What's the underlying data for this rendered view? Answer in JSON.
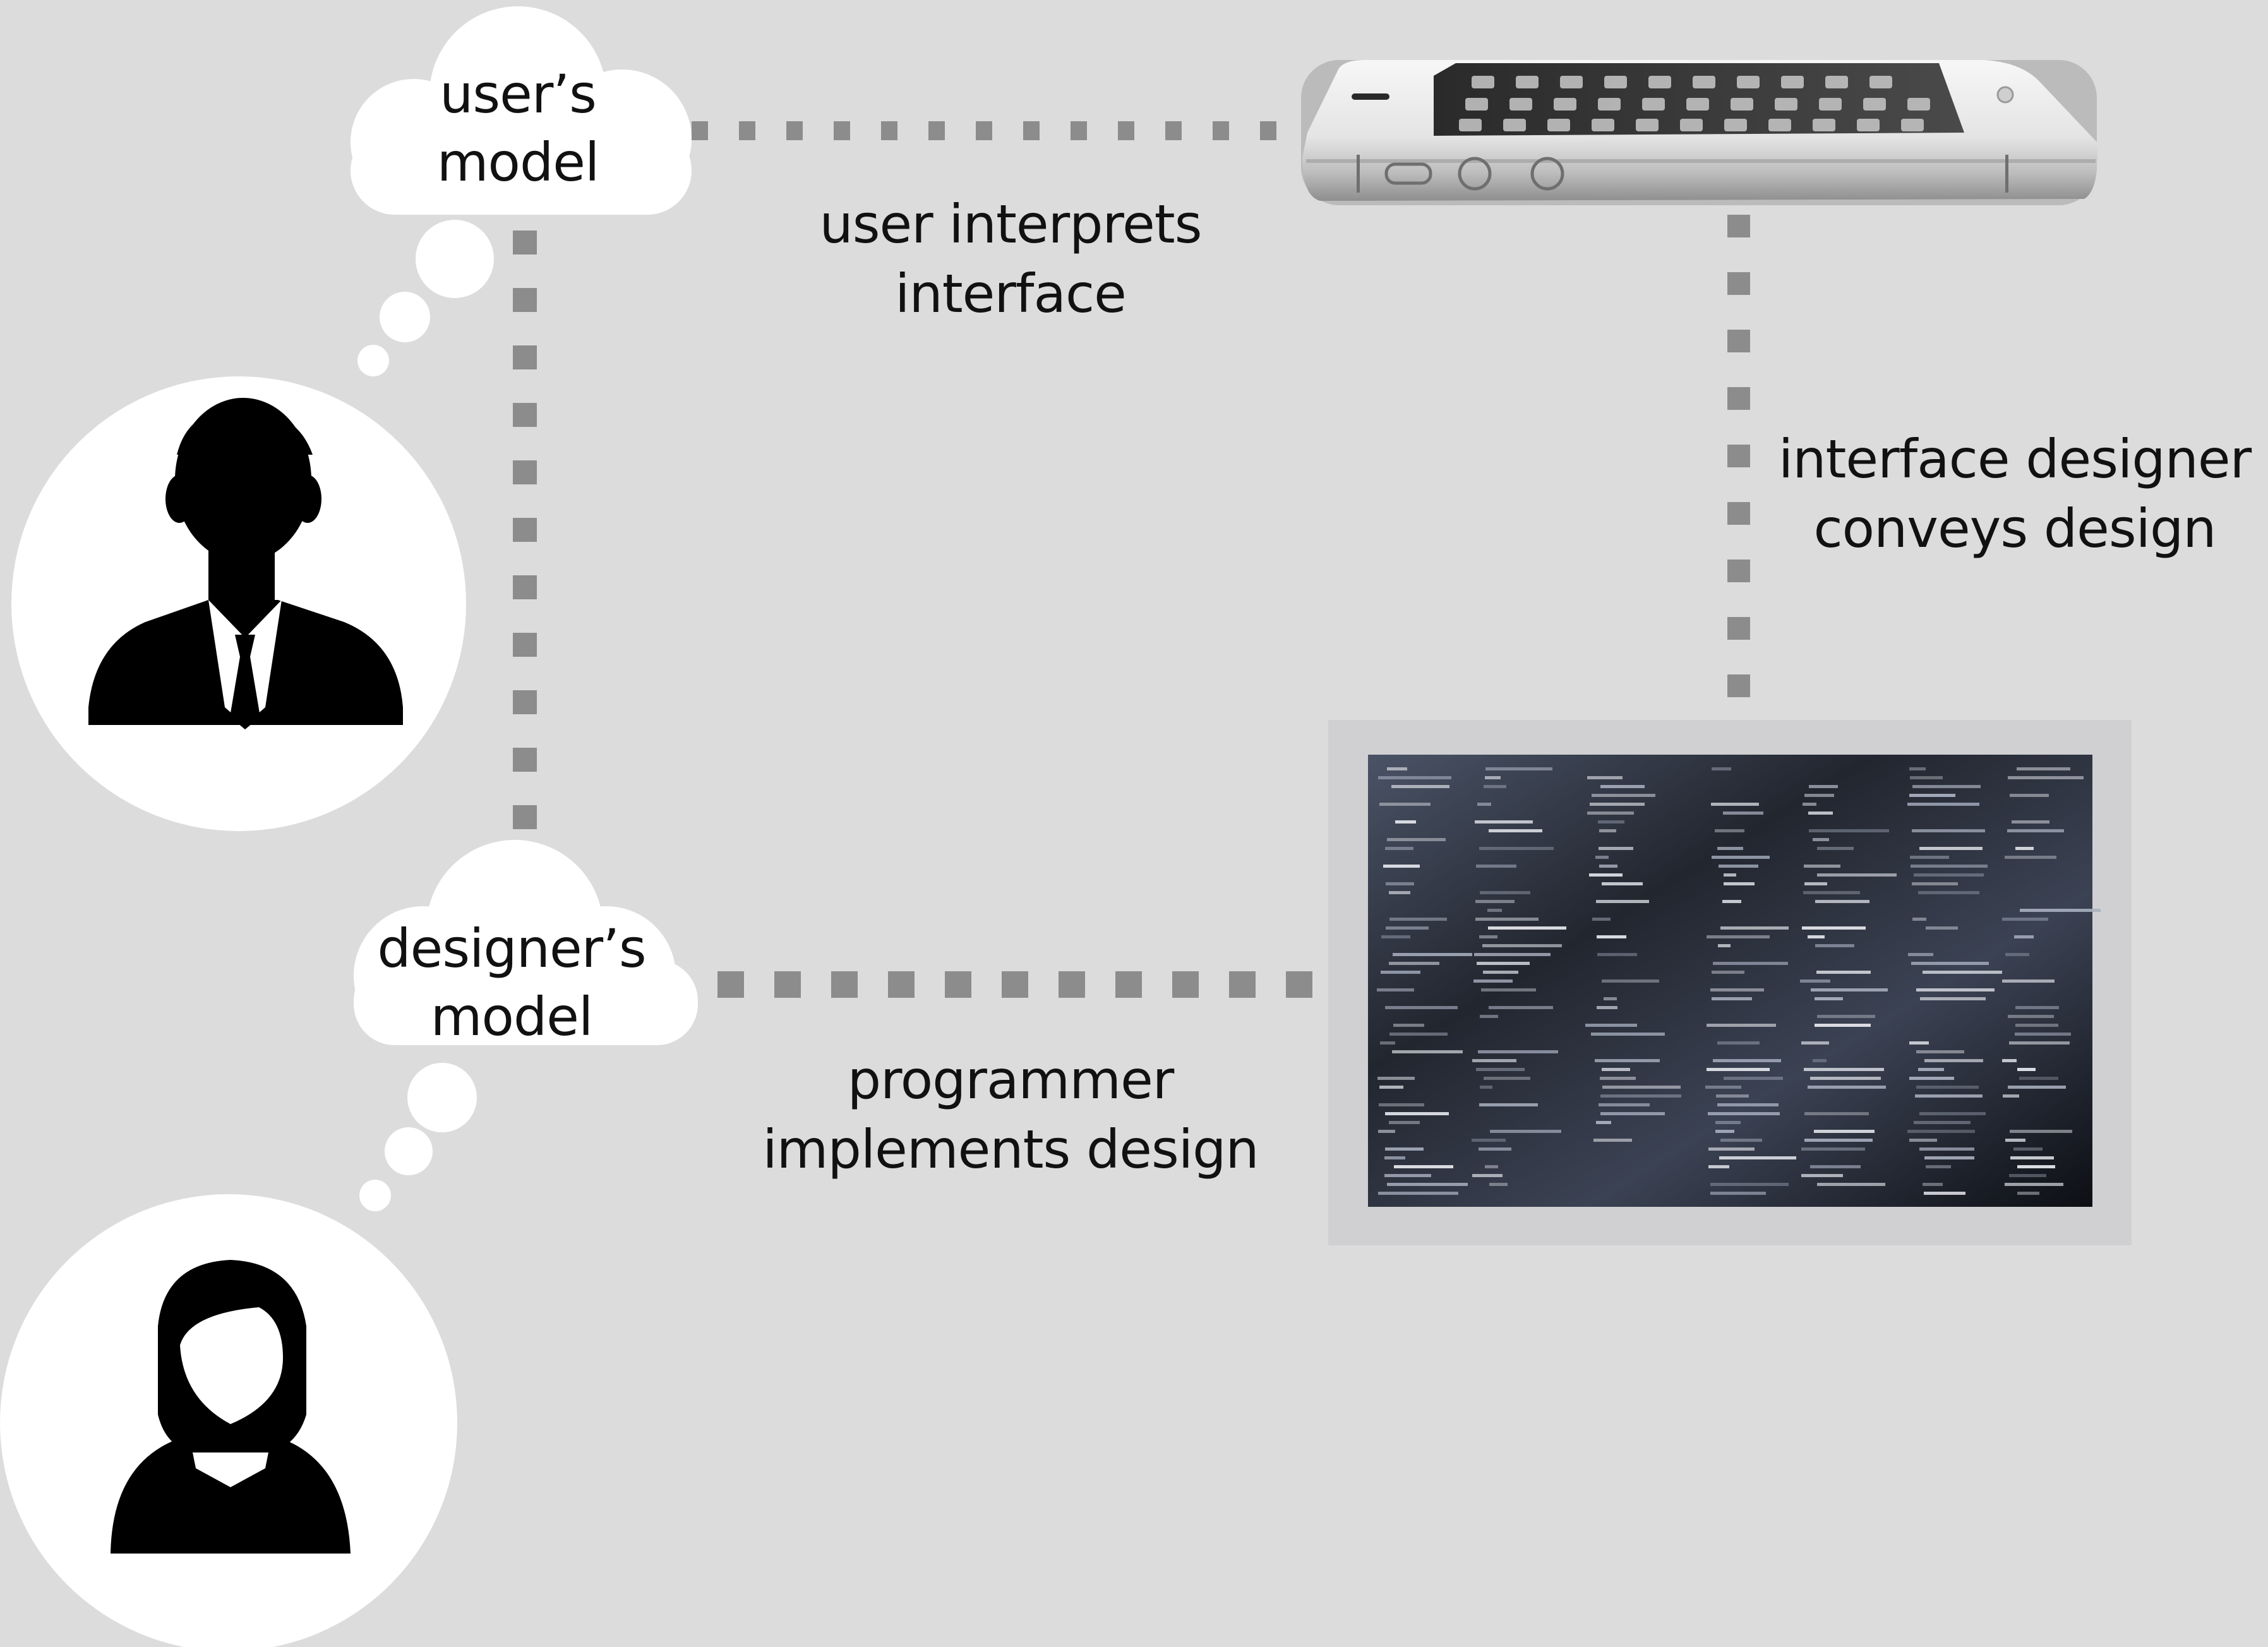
{
  "colors": {
    "background": "#dcdcdd",
    "connector": "#8c8c8c",
    "cloud": "#ffffff",
    "person_circle": "#ffffff",
    "silhouette": "#000000",
    "text": "#111111"
  },
  "nodes": {
    "user_model": {
      "line1": "user’s",
      "line2": "model"
    },
    "designer_model": {
      "line1": "designer’s",
      "line2": "model"
    },
    "user_person": {
      "icon": "man-in-suit-icon"
    },
    "designer_person": {
      "icon": "woman-icon"
    },
    "phone": {
      "icon": "smartphone-image"
    },
    "code_screen": {
      "icon": "source-code-screen-image"
    }
  },
  "edges": {
    "user_interprets": {
      "line1": "user interprets",
      "line2": "interface"
    },
    "designer_conveys": {
      "line1": "interface designer",
      "line2": "conveys design"
    },
    "programmer_implements": {
      "line1": "programmer",
      "line2": "implements design"
    }
  }
}
